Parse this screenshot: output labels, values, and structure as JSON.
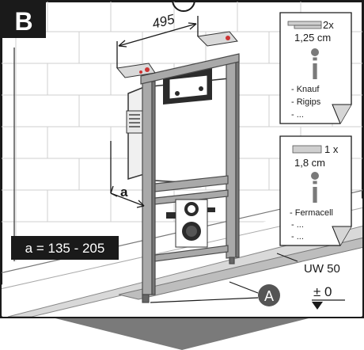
{
  "step_badge": "B",
  "frame_width_dimension": "495",
  "depth_label": "a",
  "depth_formula": "a = 135 - 205",
  "top_note": {
    "count": "2x",
    "thickness": "1,25 cm",
    "info_glyph": "i",
    "materials": [
      "- Knauf",
      "- Rigips",
      "- ..."
    ]
  },
  "bottom_note": {
    "count": "1 x",
    "thickness": "1,8 cm",
    "info_glyph": "i",
    "materials": [
      "- Fermacell",
      "- ...",
      "- ..."
    ]
  },
  "profile_label": "UW 50",
  "floor_level": "± 0",
  "marker_label": "A",
  "colors": {
    "frame": "#a9a9a9",
    "frame_dark": "#4a4a4a",
    "cistern": "#ffffff",
    "flush_plate": "#2b2b2b",
    "bracket_accent": "#cc3333",
    "floor": "#bdbdbd",
    "badge": "#1a1a1a",
    "arrow": "#7a7a7a"
  }
}
